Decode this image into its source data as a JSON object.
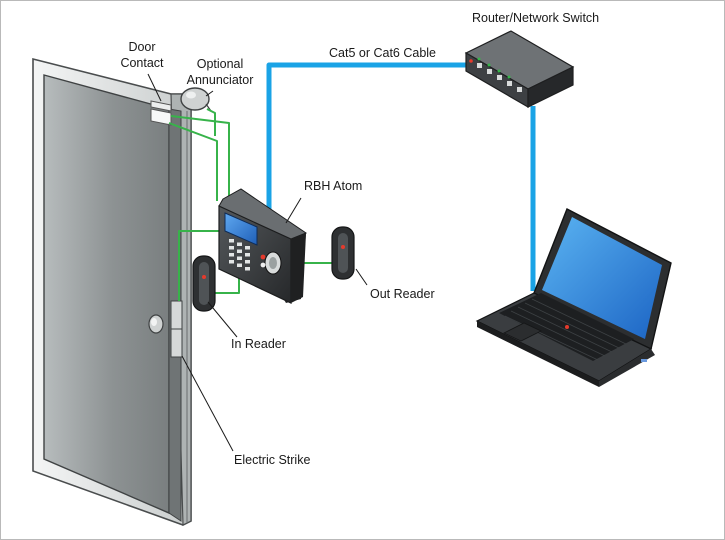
{
  "labels": {
    "door_contact_line1": "Door",
    "door_contact_line2": "Contact",
    "annunciator_line1": "Optional",
    "annunciator_line2": "Annunciator",
    "router": "Router/Network Switch",
    "cable": "Cat5 or Cat6 Cable",
    "controller": "RBH Atom",
    "out_reader": "Out Reader",
    "in_reader": "In Reader",
    "electric_strike": "Electric Strike"
  },
  "colors": {
    "network_cable": "#1aa3e6",
    "wiring": "#37b34a",
    "door_panel": "#8e9394",
    "door_frame": "#e8eaea",
    "device_body": "#3a3d40",
    "lcd": "#2f7bd8"
  }
}
